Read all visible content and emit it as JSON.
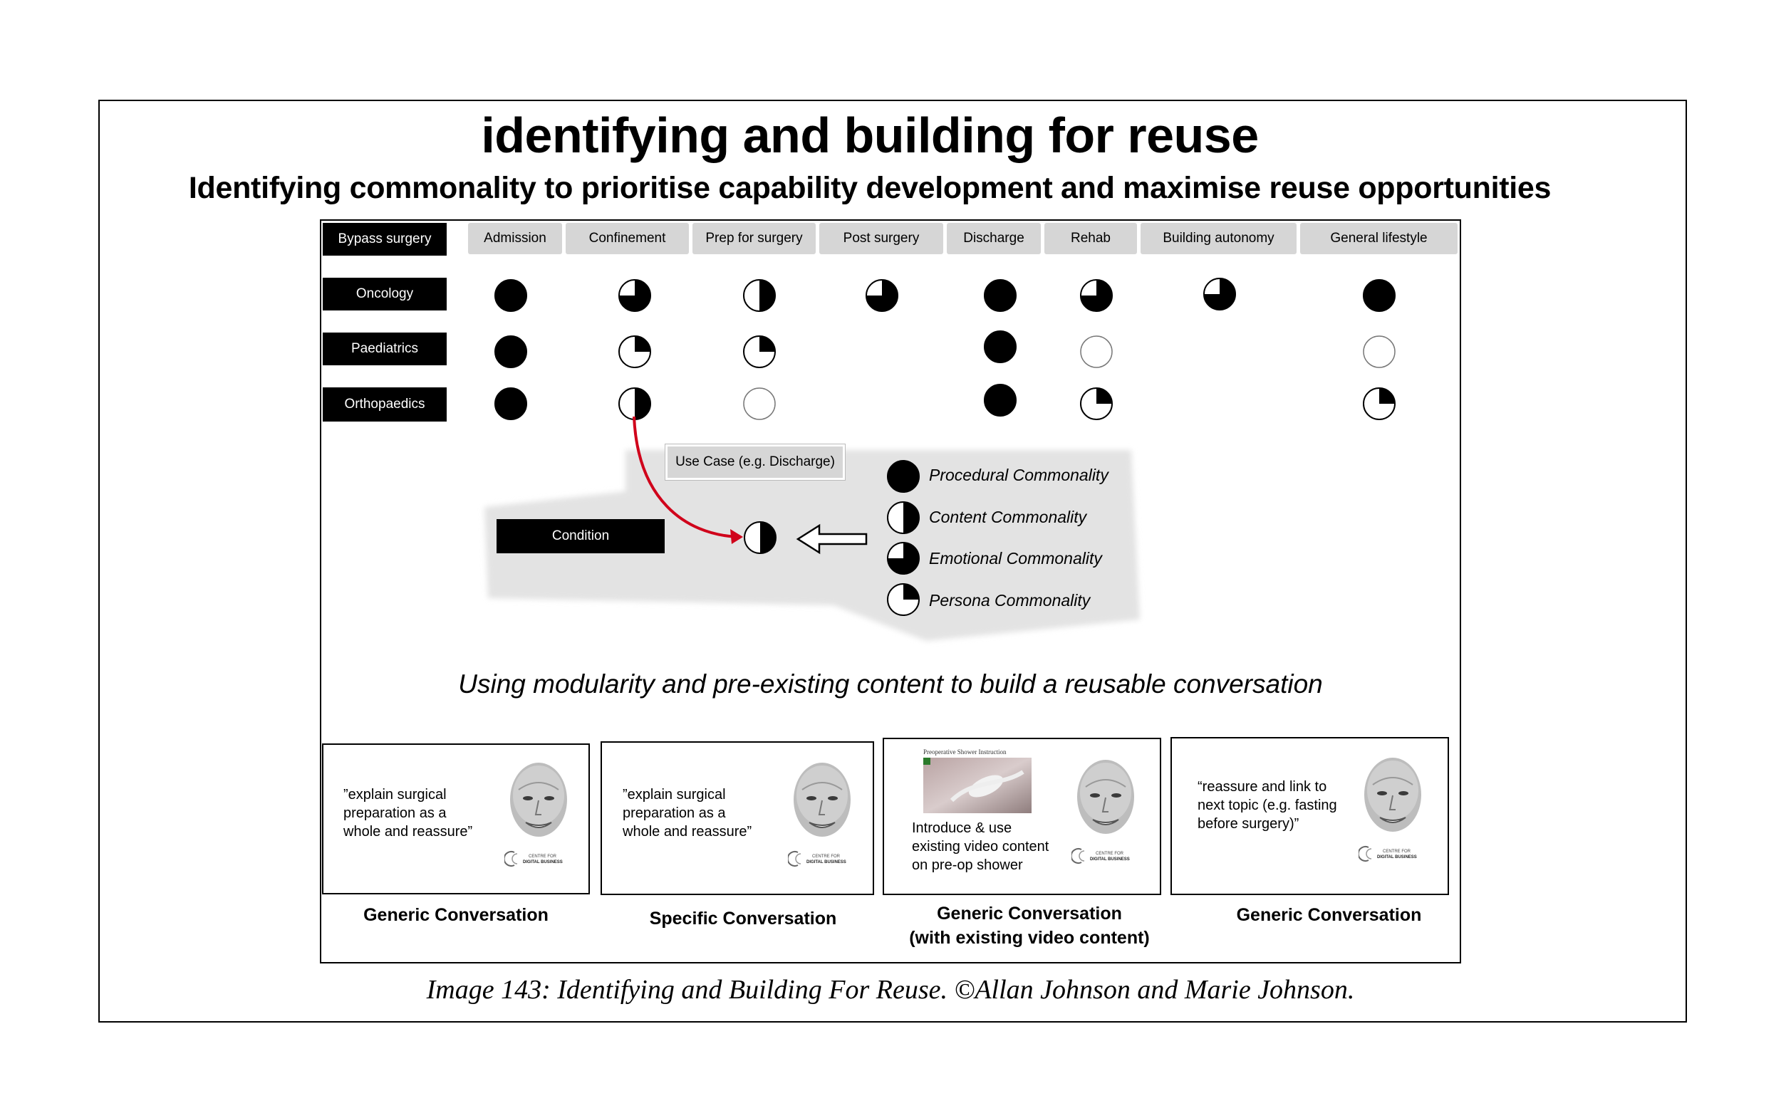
{
  "title": "identifying and building for reuse",
  "subtitle": "Identifying commonality to prioritise capability development and maximise reuse opportunities",
  "corner_label": "Bypass surgery",
  "columns": [
    "Admission",
    "Confinement",
    "Prep for surgery",
    "Post surgery",
    "Discharge",
    "Rehab",
    "Building autonomy",
    "General lifestyle"
  ],
  "rows": [
    {
      "label": "Oncology",
      "commonality": [
        "procedural",
        "emotional",
        "content",
        "emotional",
        "procedural",
        "emotional",
        "emotional",
        "procedural"
      ]
    },
    {
      "label": "Paediatrics",
      "commonality": [
        "procedural",
        "persona",
        "persona",
        null,
        "procedural",
        "none",
        null,
        "none"
      ]
    },
    {
      "label": "Orthopaedics",
      "commonality": [
        "procedural",
        "content",
        "none",
        null,
        "procedural",
        "persona",
        null,
        "persona"
      ]
    }
  ],
  "callout": {
    "use_case_label": "Use Case (e.g. Discharge)",
    "condition_label": "Condition",
    "example_symbol": "content"
  },
  "legend": [
    {
      "key": "procedural",
      "label": "Procedural Commonality"
    },
    {
      "key": "content",
      "label": "Content Commonality"
    },
    {
      "key": "emotional",
      "label": "Emotional Commonality"
    },
    {
      "key": "persona",
      "label": "Persona Commonality"
    }
  ],
  "section_heading": "Using modularity and pre-existing content to build a reusable conversation",
  "conversations": [
    {
      "quote": [
        "”explain surgical",
        "preparation as a",
        "whole and reassure”"
      ],
      "caption": [
        "Generic Conversation"
      ]
    },
    {
      "quote": [
        "”explain surgical",
        "preparation as a",
        "whole and reassure”"
      ],
      "caption": [
        "Specific Conversation"
      ]
    },
    {
      "quote": [
        "Introduce & use",
        "existing video content",
        "on pre-op shower"
      ],
      "caption": [
        "Generic Conversation",
        "(with existing video content)"
      ],
      "video_title": "Preoperative Shower Instruction"
    },
    {
      "quote": [
        "“reassure and link to",
        "next topic (e.g. fasting",
        "before surgery)”"
      ],
      "caption": [
        "Generic Conversation"
      ]
    }
  ],
  "logo_text": [
    "CENTRE FOR",
    "DIGITAL BUSINESS"
  ],
  "figure_caption": "Image 143: Identifying and Building For Reuse. ©Allan Johnson and Marie Johnson.",
  "colors": {
    "symbol_fill": "#000000",
    "arrow_red": "#d0021b",
    "header_grey": "#d6d6d6",
    "callout_grey": "#e3e3e3"
  }
}
